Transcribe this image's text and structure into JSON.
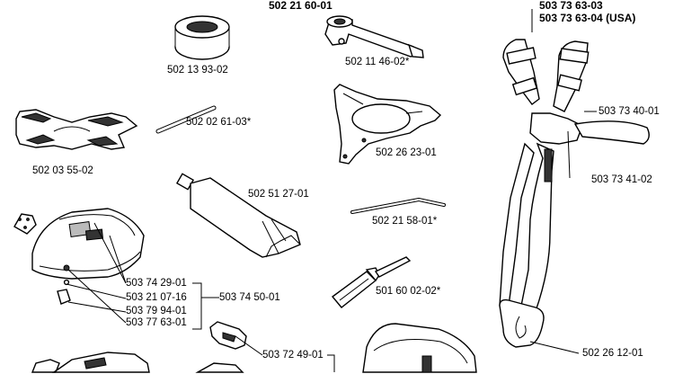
{
  "colors": {
    "ink": "#000000",
    "background": "#ffffff"
  },
  "labels": {
    "kit_header": "502 21 60-01",
    "harness_header_1": "503 73 63-03",
    "harness_header_2": "503 73 63-04 (USA)",
    "ring_spacer": "502 13 93-02",
    "spark_plug_wrench": "502 11 46-02*",
    "rod_pin": "502 02 61-03*",
    "anvil_plate": "502 03 55-02",
    "three_point_plate": "502 26 23-01",
    "grease_tube": "502 51 27-01",
    "bent_rod": "502 21 58-01*",
    "file_tool": "501 60 02-02*",
    "guard_kit": "503 74 50-01",
    "guard_part_1": "503 74 29-01",
    "guard_part_2": "503 21 07-16",
    "guard_part_3": "503 79 94-01",
    "guard_part_4": "503 77 63-01",
    "bracket_part": "503 72 49-01",
    "harness_buckle": "503 73 40-01",
    "harness_strap": "503 73 41-02",
    "harness_hook": "502 26 12-01"
  }
}
